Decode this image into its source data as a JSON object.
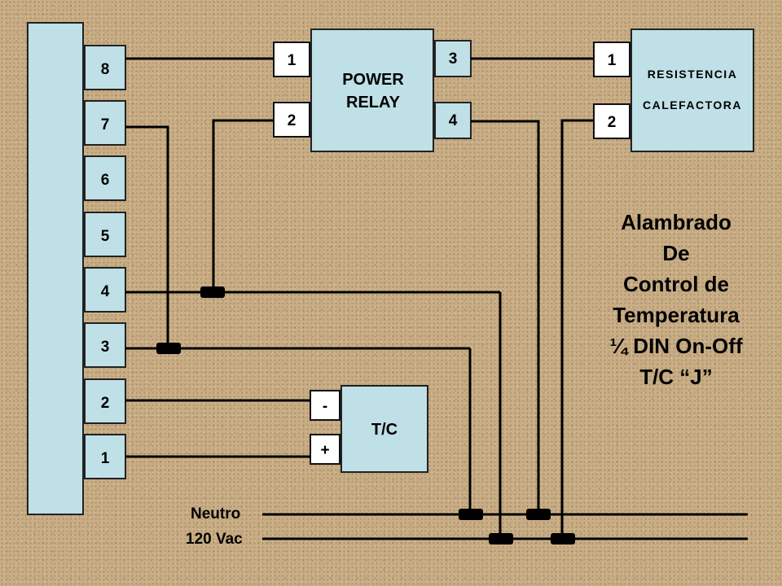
{
  "controller": {
    "terminals": [
      "8",
      "7",
      "6",
      "5",
      "4",
      "3",
      "2",
      "1"
    ]
  },
  "power_relay": {
    "title_line1": "POWER",
    "title_line2": "RELAY",
    "pin_1": "1",
    "pin_2": "2",
    "pin_3": "3",
    "pin_4": "4"
  },
  "heater": {
    "title_line1": "RESISTENCIA",
    "title_line2": "CALEFACTORA",
    "pin_1": "1",
    "pin_2": "2"
  },
  "thermocouple": {
    "title": "T/C",
    "pin_minus": "-",
    "pin_plus": "+"
  },
  "bus": {
    "neutral_label": "Neutro",
    "line_label": "120 Vac"
  },
  "title": {
    "line1": "Alambrado",
    "line2": "De",
    "line3": "Control de",
    "line4": "Temperatura",
    "line5": "¼ DIN  On-Off",
    "line6": "T/C “J”"
  },
  "colors": {
    "box_fill": "#bfe0e6",
    "background": "#c8ad85"
  }
}
